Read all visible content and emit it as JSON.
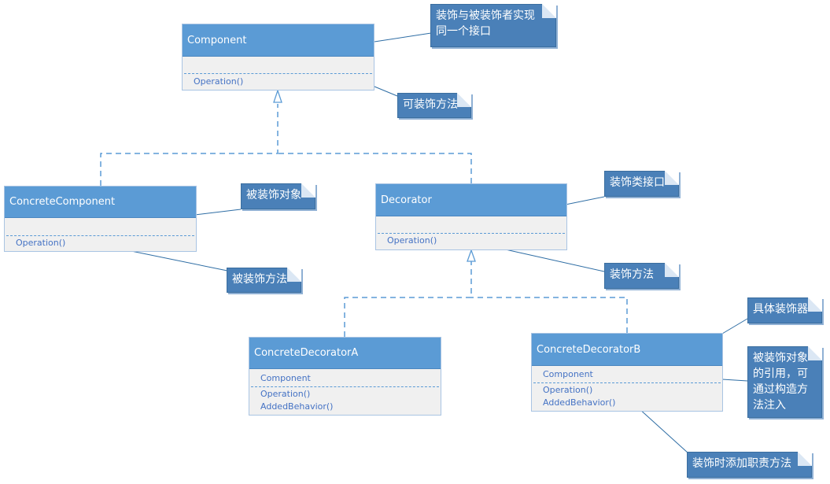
{
  "classes": {
    "component": {
      "name": "Component",
      "methods": [
        "Operation()"
      ]
    },
    "concrete_component": {
      "name": "ConcreteComponent",
      "methods": [
        "Operation()"
      ]
    },
    "decorator": {
      "name": "Decorator",
      "methods": [
        "Operation()"
      ]
    },
    "concrete_decorator_a": {
      "name": "ConcreteDecoratorA",
      "fields": [
        "Component"
      ],
      "methods": [
        "Operation()",
        "AddedBehavior()"
      ]
    },
    "concrete_decorator_b": {
      "name": "ConcreteDecoratorB",
      "fields": [
        "Component"
      ],
      "methods": [
        "Operation()",
        "AddedBehavior()"
      ]
    }
  },
  "notes": {
    "component_interface": "装饰与被装饰者实现\n同一个接口",
    "decoratable_method": "可装饰方法",
    "decorated_object": "被装饰对象",
    "decorated_method": "被装饰方法",
    "decorator_interface": "装饰类接口",
    "decorate_method": "装饰方法",
    "concrete_decorator": "具体装饰器",
    "reference_injection": "被装饰对象\n的引用，可\n通过构造方\n法注入",
    "add_responsibility": "装饰时添加职责方法"
  },
  "colors": {
    "class_header": "#5b9bd5",
    "class_body": "#f0f0f0",
    "note_fill": "#4a80b8",
    "connector": "#5b9bd5"
  }
}
